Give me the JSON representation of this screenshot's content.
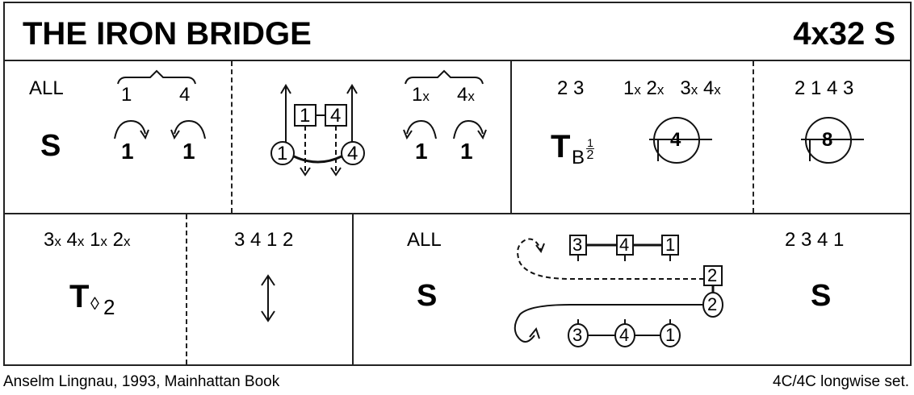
{
  "header": {
    "title": "THE IRON BRIDGE",
    "formation": "4x32 S"
  },
  "row1": {
    "cell1": {
      "who": "ALL",
      "pair_left": "1",
      "pair_right": "4",
      "bars": "S",
      "turn_left": "1",
      "turn_right": "1"
    },
    "cell2": {
      "square_1": "1",
      "square_4": "4",
      "circle_1": "1",
      "circle_4": "4",
      "pair_left": "1",
      "pair_left_x": "x",
      "pair_right": "4",
      "pair_right_x": "x",
      "turn_left": "1",
      "turn_right": "1"
    },
    "cell3": {
      "who_a": "2 3",
      "who_b": [
        {
          "n": "1",
          "x": "x"
        },
        {
          "n": "2",
          "x": "x"
        },
        {
          "n": "3",
          "x": "x"
        },
        {
          "n": "4",
          "x": "x"
        }
      ],
      "figure": "T",
      "figure_sub": "B",
      "frac_num": "1",
      "frac_den": "2",
      "circle_bars": "4"
    },
    "cell4": {
      "order": "2 1 4 3",
      "circle_bars": "8"
    }
  },
  "row2": {
    "cell1": {
      "who": [
        {
          "n": "3",
          "x": "x"
        },
        {
          "n": "4",
          "x": "x"
        },
        {
          "n": "1",
          "x": "x"
        },
        {
          "n": "2",
          "x": "x"
        }
      ],
      "figure": "T",
      "figure_sub_symbol": "◊",
      "figure_sub_num": "2"
    },
    "cell2": {
      "order": "3 4 1 2"
    },
    "cell3": {
      "who": "ALL",
      "bars_left": "S",
      "squares": [
        "3",
        "4",
        "1",
        "2"
      ],
      "circles": [
        "3",
        "4",
        "1",
        "2"
      ],
      "order": "2 3 4 1",
      "bars_right": "S"
    }
  },
  "footer": {
    "credit": "Anselm Lingnau, 1993, Mainhattan Book",
    "set": "4C/4C longwise set."
  }
}
